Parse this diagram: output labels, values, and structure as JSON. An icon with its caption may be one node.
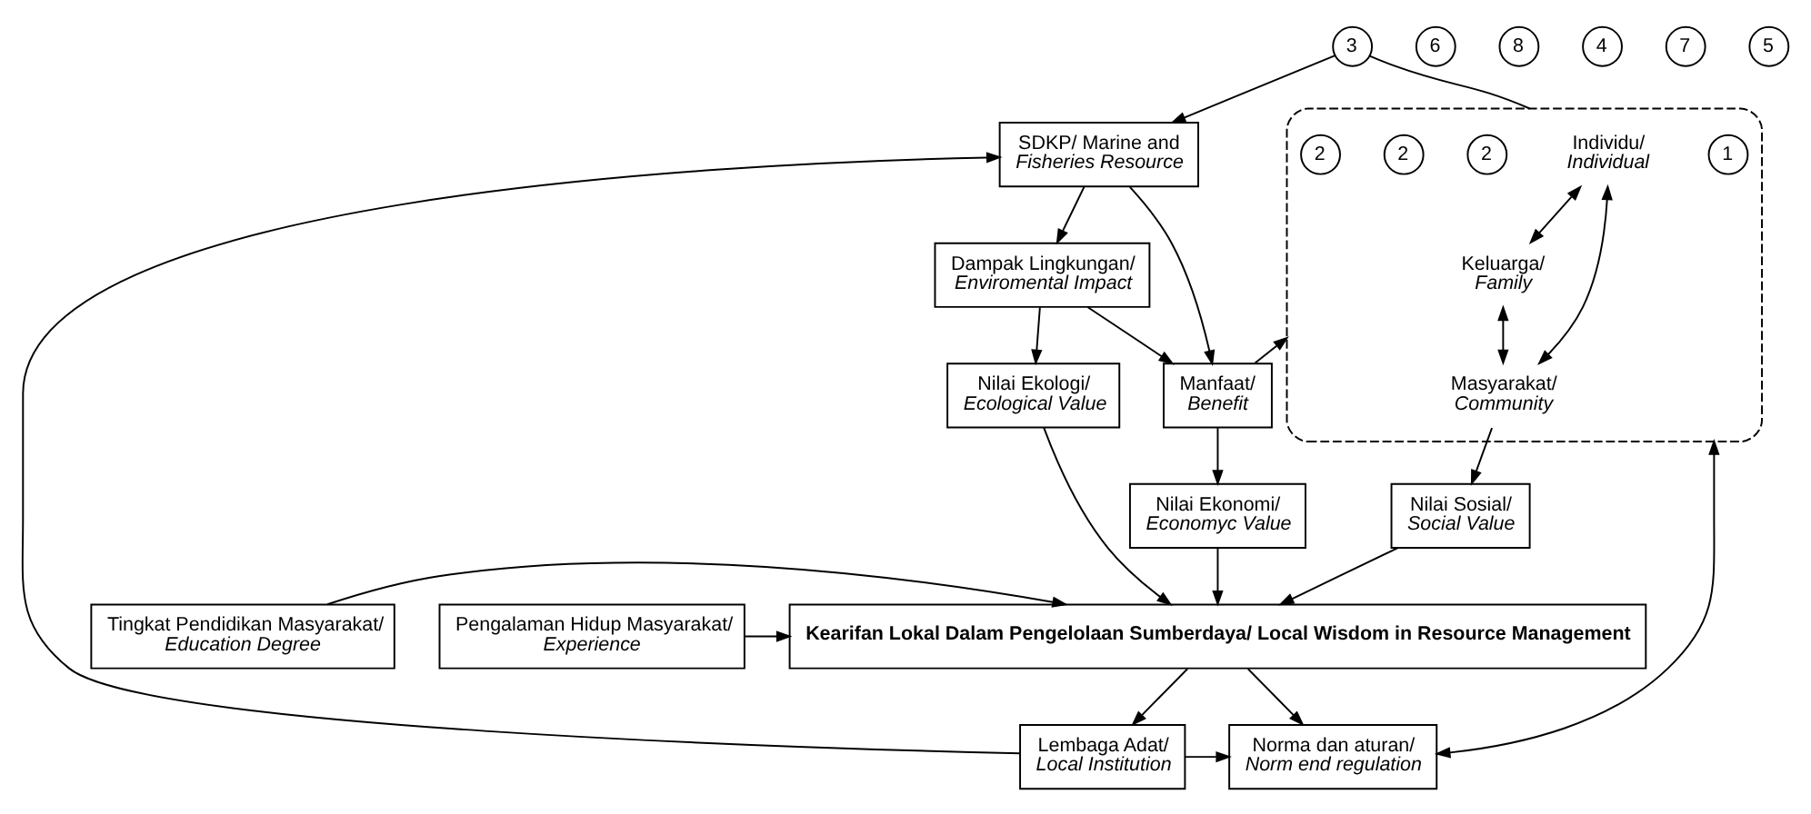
{
  "diagram": {
    "nodes": [
      {
        "text": [],
        "shape": "ellipse"
      },
      {
        "text": [
          "1"
        ],
        "in": 0
      },
      {
        "text": [
          "Individu/",
          "Individual"
        ],
        "in": 0
      },
      {
        "text": [
          "Keluarga/",
          "Family"
        ],
        "in": 0
      },
      {
        "text": [
          "2"
        ],
        "in": 0
      },
      {
        "text": [
          "2"
        ],
        "in": 0
      },
      {
        "text": [
          "Masyarakat/",
          "Community"
        ],
        "in": 0
      },
      {
        "text": [
          "2"
        ],
        "in": 0
      },
      {
        "text": [
          "6"
        ]
      },
      {
        "text": [
          "8"
        ]
      },
      {
        "text": [
          "3"
        ]
      },
      {
        "text": [
          "SDKP/ Marine and",
          "Fisheries Resource"
        ]
      },
      {
        "text": [
          "Manfaat/",
          "Benefit"
        ]
      },
      {
        "text": [
          "Dampak Lingkungan/",
          "Enviromental Impact"
        ]
      },
      {
        "text": [
          "4"
        ]
      },
      {
        "text": [
          "Nilai Sosial/",
          "Social Value"
        ]
      },
      {
        "text": [
          "Nilai Ekonomi/",
          "Economyc Value"
        ]
      },
      {
        "text": [
          "Nilai Ekologi/",
          "Ecological Value"
        ]
      },
      {
        "text": [
          "Pengalaman Hidup Masyarakat/",
          "Experience"
        ]
      },
      {
        "text": [
          "Kearifan Lokal Dalam Pengelolaan Sumberdaya/ Local Wisdom in Resource Management"
        ]
      },
      {
        "text": [
          "Tingkat Pendidikan Masyarakat/",
          "Education Degree"
        ]
      },
      {
        "text": [
          "7"
        ]
      },
      {
        "text": [
          "5"
        ]
      },
      {
        "text": [
          "Norma dan aturan/",
          "Norm end regulation"
        ]
      },
      {
        "text": [
          "Lembaga Adat/",
          "Local Institution"
        ]
      }
    ],
    "edges": [
      {
        "from": 2,
        "to": 3,
        "arrow": "both"
      },
      {
        "from": 2,
        "to": 6,
        "arrow": "both"
      },
      {
        "from": 3,
        "to": 6,
        "arrow": "both"
      },
      {
        "from": 0,
        "to": 10,
        "arrow": "none"
      },
      {
        "from": 10,
        "to": 11,
        "arrow": "to"
      },
      {
        "from": 11,
        "to": 12,
        "arrow": "to"
      },
      {
        "from": 11,
        "to": 13,
        "arrow": "to"
      },
      {
        "from": 12,
        "to": 0,
        "arrow": "to"
      },
      {
        "from": 13,
        "to": 12,
        "arrow": "to"
      },
      {
        "from": 12,
        "to": 16,
        "arrow": "to"
      },
      {
        "from": 13,
        "to": 17,
        "arrow": "to"
      },
      {
        "from": 6,
        "to": 15,
        "arrow": "to"
      },
      {
        "from": 15,
        "to": 19,
        "arrow": "to"
      },
      {
        "from": 16,
        "to": 19,
        "arrow": "to"
      },
      {
        "from": 17,
        "to": 19,
        "arrow": "to"
      },
      {
        "from": 18,
        "to": 19,
        "arrow": "to"
      },
      {
        "from": 20,
        "to": 19,
        "arrow": "to"
      },
      {
        "from": 19,
        "to": 23,
        "arrow": "to"
      },
      {
        "from": 19,
        "to": 24,
        "arrow": "to"
      },
      {
        "from": 24,
        "to": 23,
        "arrow": "to"
      },
      {
        "from": 24,
        "to": 11,
        "arrow": "to"
      },
      {
        "from": 0,
        "to": 23,
        "arrow": "both"
      }
    ]
  }
}
